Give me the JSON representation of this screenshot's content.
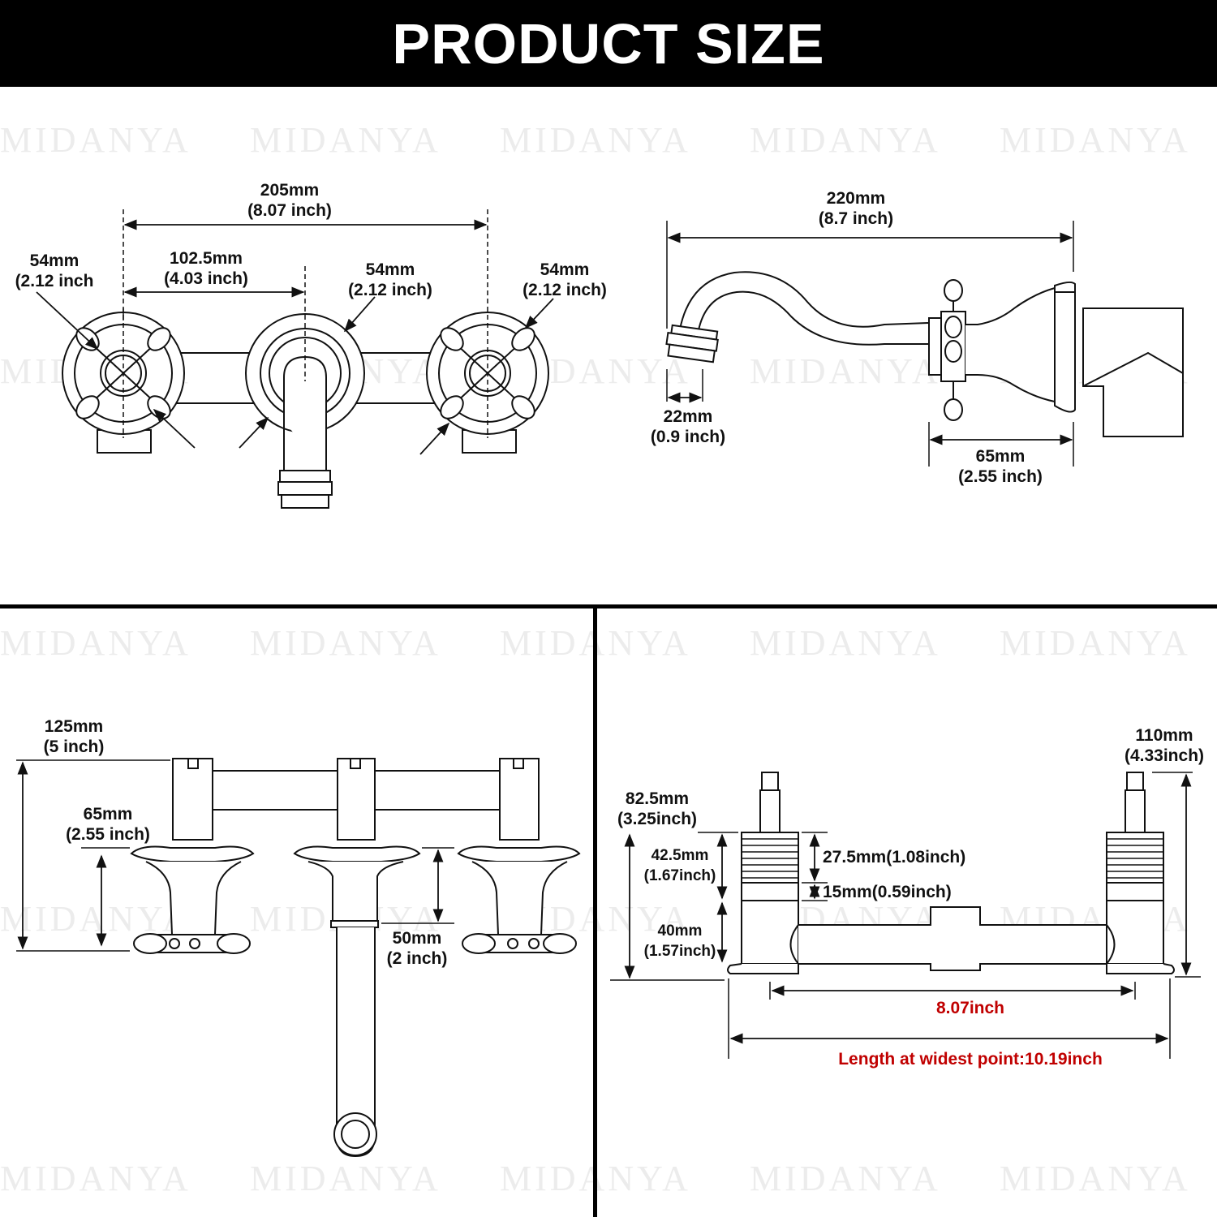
{
  "banner": {
    "title": "PRODUCT SIZE"
  },
  "watermark": {
    "text": "MIDANYA"
  },
  "colors": {
    "banner_bg": "#000000",
    "banner_text": "#ffffff",
    "line": "#111111",
    "highlight": "#c00000"
  },
  "front_view": {
    "overall_width": {
      "mm": "205mm",
      "inch": "(8.07 inch)"
    },
    "handle_spacing": {
      "mm": "102.5mm",
      "inch": "(4.03 inch)"
    },
    "left_handle": {
      "mm": "54mm",
      "inch": "(2.12 inch"
    },
    "spout_flange": {
      "mm": "54mm",
      "inch": "(2.12 inch)"
    },
    "right_handle": {
      "mm": "54mm",
      "inch": "(2.12 inch)"
    }
  },
  "side_view": {
    "reach": {
      "mm": "220mm",
      "inch": "(8.7 inch)"
    },
    "aerator": {
      "mm": "22mm",
      "inch": "(0.9 inch)"
    },
    "depth": {
      "mm": "65mm",
      "inch": "(2.55 inch)"
    }
  },
  "top_view": {
    "total_height": {
      "mm": "125mm",
      "inch": "(5 inch)"
    },
    "handle_height": {
      "mm": "65mm",
      "inch": "(2.55 inch)"
    },
    "spout_drop": {
      "mm": "50mm",
      "inch": "(2 inch)"
    }
  },
  "valve_view": {
    "stem_height": {
      "mm": "82.5mm",
      "inch": "(3.25inch)"
    },
    "thread_height": {
      "mm": "42.5mm",
      "inch": "(1.67inch)"
    },
    "body_height": {
      "mm": "40mm",
      "inch": "(1.57inch)"
    },
    "thread_length": "27.5mm(1.08inch)",
    "gap": "15mm(0.59inch)",
    "total_height": {
      "mm": "110mm",
      "inch": "(4.33inch)"
    },
    "center_distance": "8.07inch",
    "widest_length": "Length at widest point:10.19inch"
  }
}
